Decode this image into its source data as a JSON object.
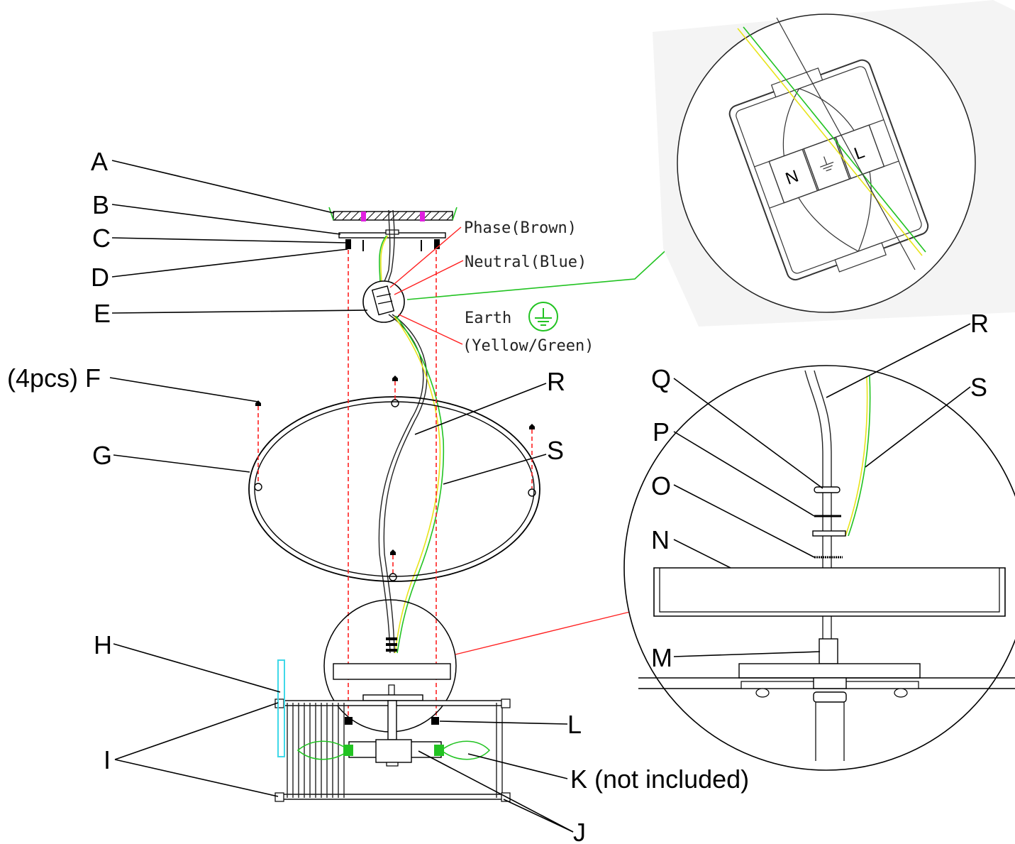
{
  "labels": {
    "A": "A",
    "B": "B",
    "C": "C",
    "D": "D",
    "E": "E",
    "F": "(4pcs) F",
    "G": "G",
    "H": "H",
    "I": "I",
    "J": "J",
    "K": "K (not included)",
    "L": "L",
    "R_left": "R",
    "S_left": "S",
    "Q": "Q",
    "P": "P",
    "O": "O",
    "N": "N",
    "M": "M",
    "R_right": "R",
    "S_right": "S"
  },
  "wires": {
    "phase": "Phase(Brown)",
    "neutral": "Neutral(Blue)",
    "earth": "Earth",
    "earth_colors": "(Yellow/Green)"
  },
  "terminals": {
    "neutral": "N",
    "live": "L"
  },
  "colors": {
    "phase_leader": "#ff2020",
    "earth_wire": "#22c322",
    "yellow_wire": "#e8e41a",
    "screw_marker": "#e020e0",
    "cover_glass": "#40d8e8"
  }
}
